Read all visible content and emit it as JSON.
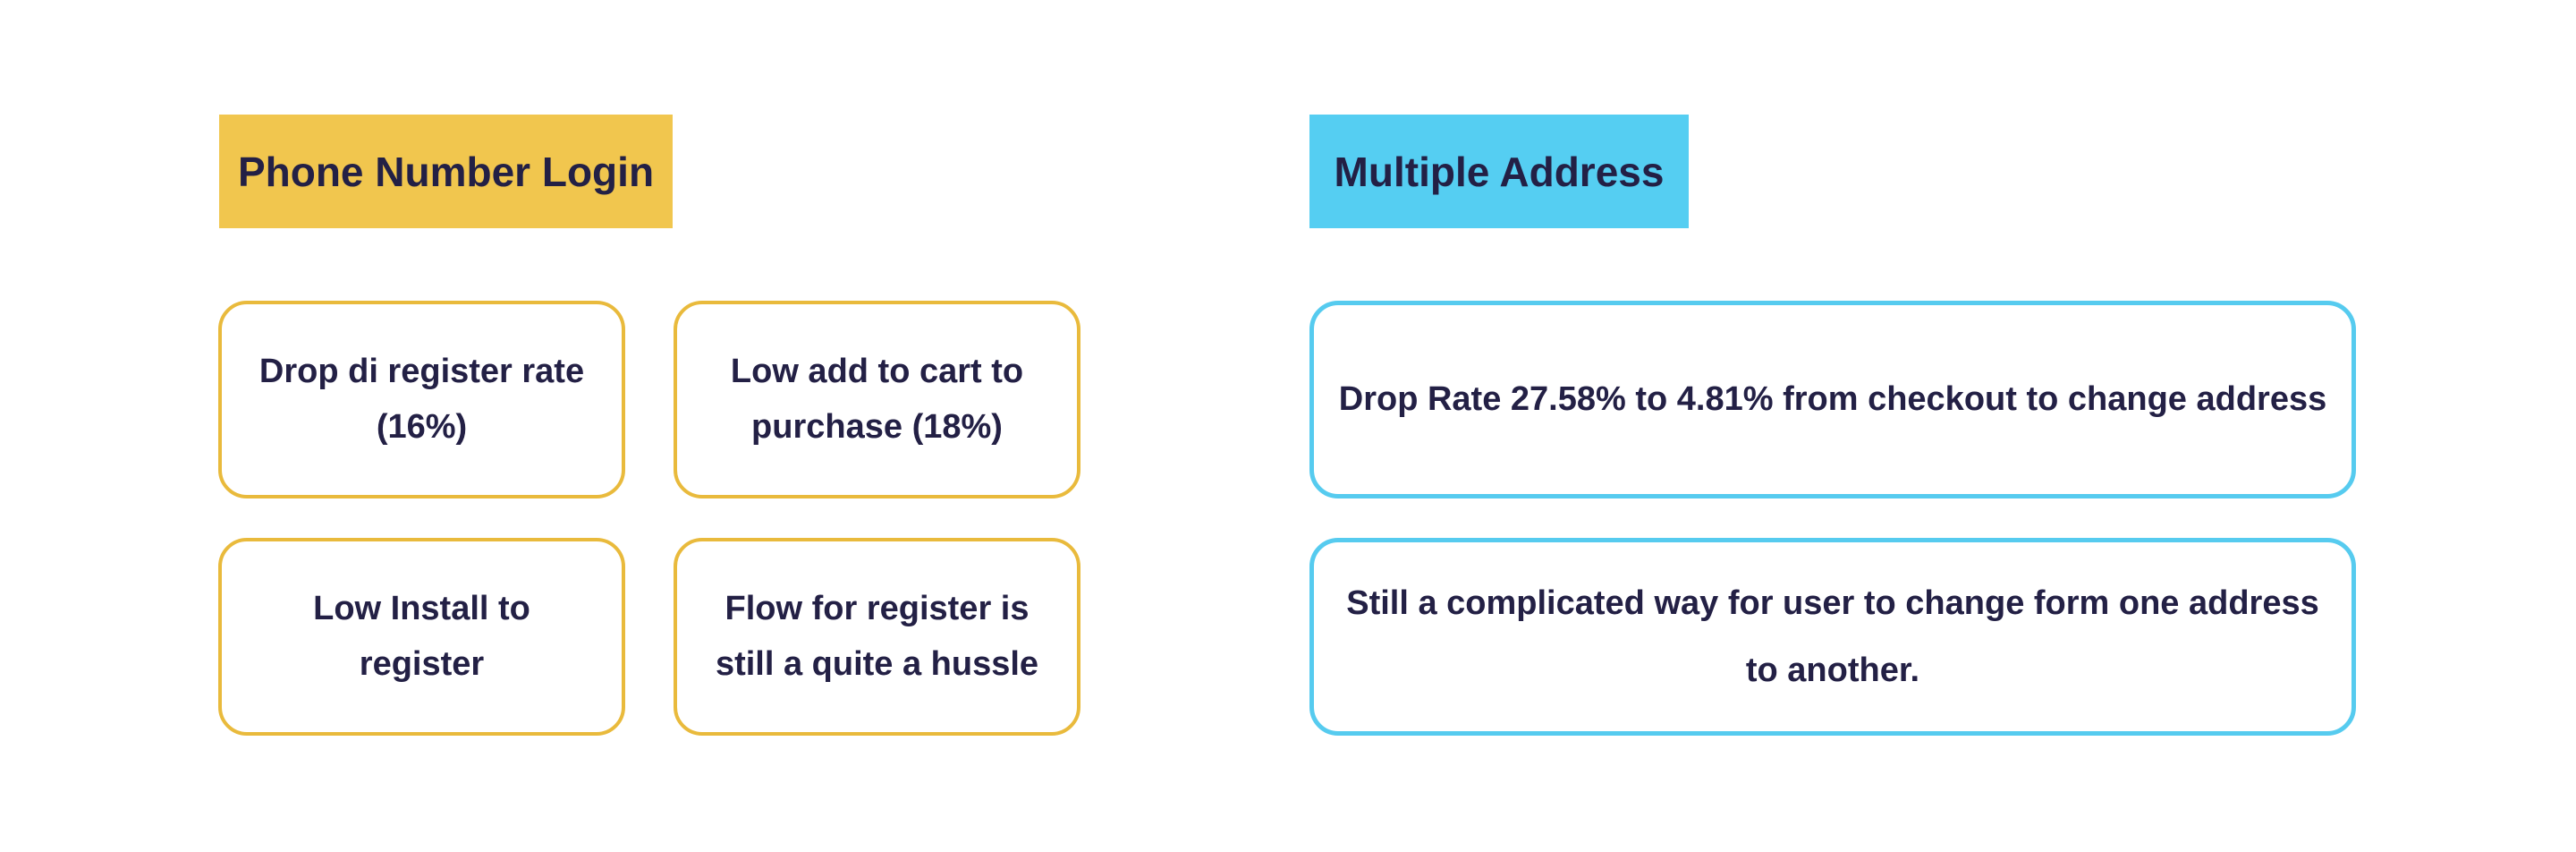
{
  "colors": {
    "bg": "#ffffff",
    "ink": "#232045",
    "card_bg": "#ffffff",
    "gold_bg": "#F1C64E",
    "gold_border": "#E9BA3C",
    "cyan_bg": "#55CEF2",
    "cyan_border": "#56CBEF",
    "shadow": "#0a0a0a"
  },
  "left_section": {
    "header": "Phone Number Login",
    "cards": [
      {
        "text": "Drop di register rate (16%)"
      },
      {
        "text": "Low add to cart to purchase (18%)"
      },
      {
        "text": "Low Install to register"
      },
      {
        "text": "Flow for register is still a quite a hussle"
      }
    ]
  },
  "right_section": {
    "header": "Multiple Address",
    "cards": [
      {
        "text": "Drop Rate 27.58% to 4.81% from checkout to change address"
      },
      {
        "text": "Still a complicated way for user to change form one address to another."
      }
    ]
  }
}
